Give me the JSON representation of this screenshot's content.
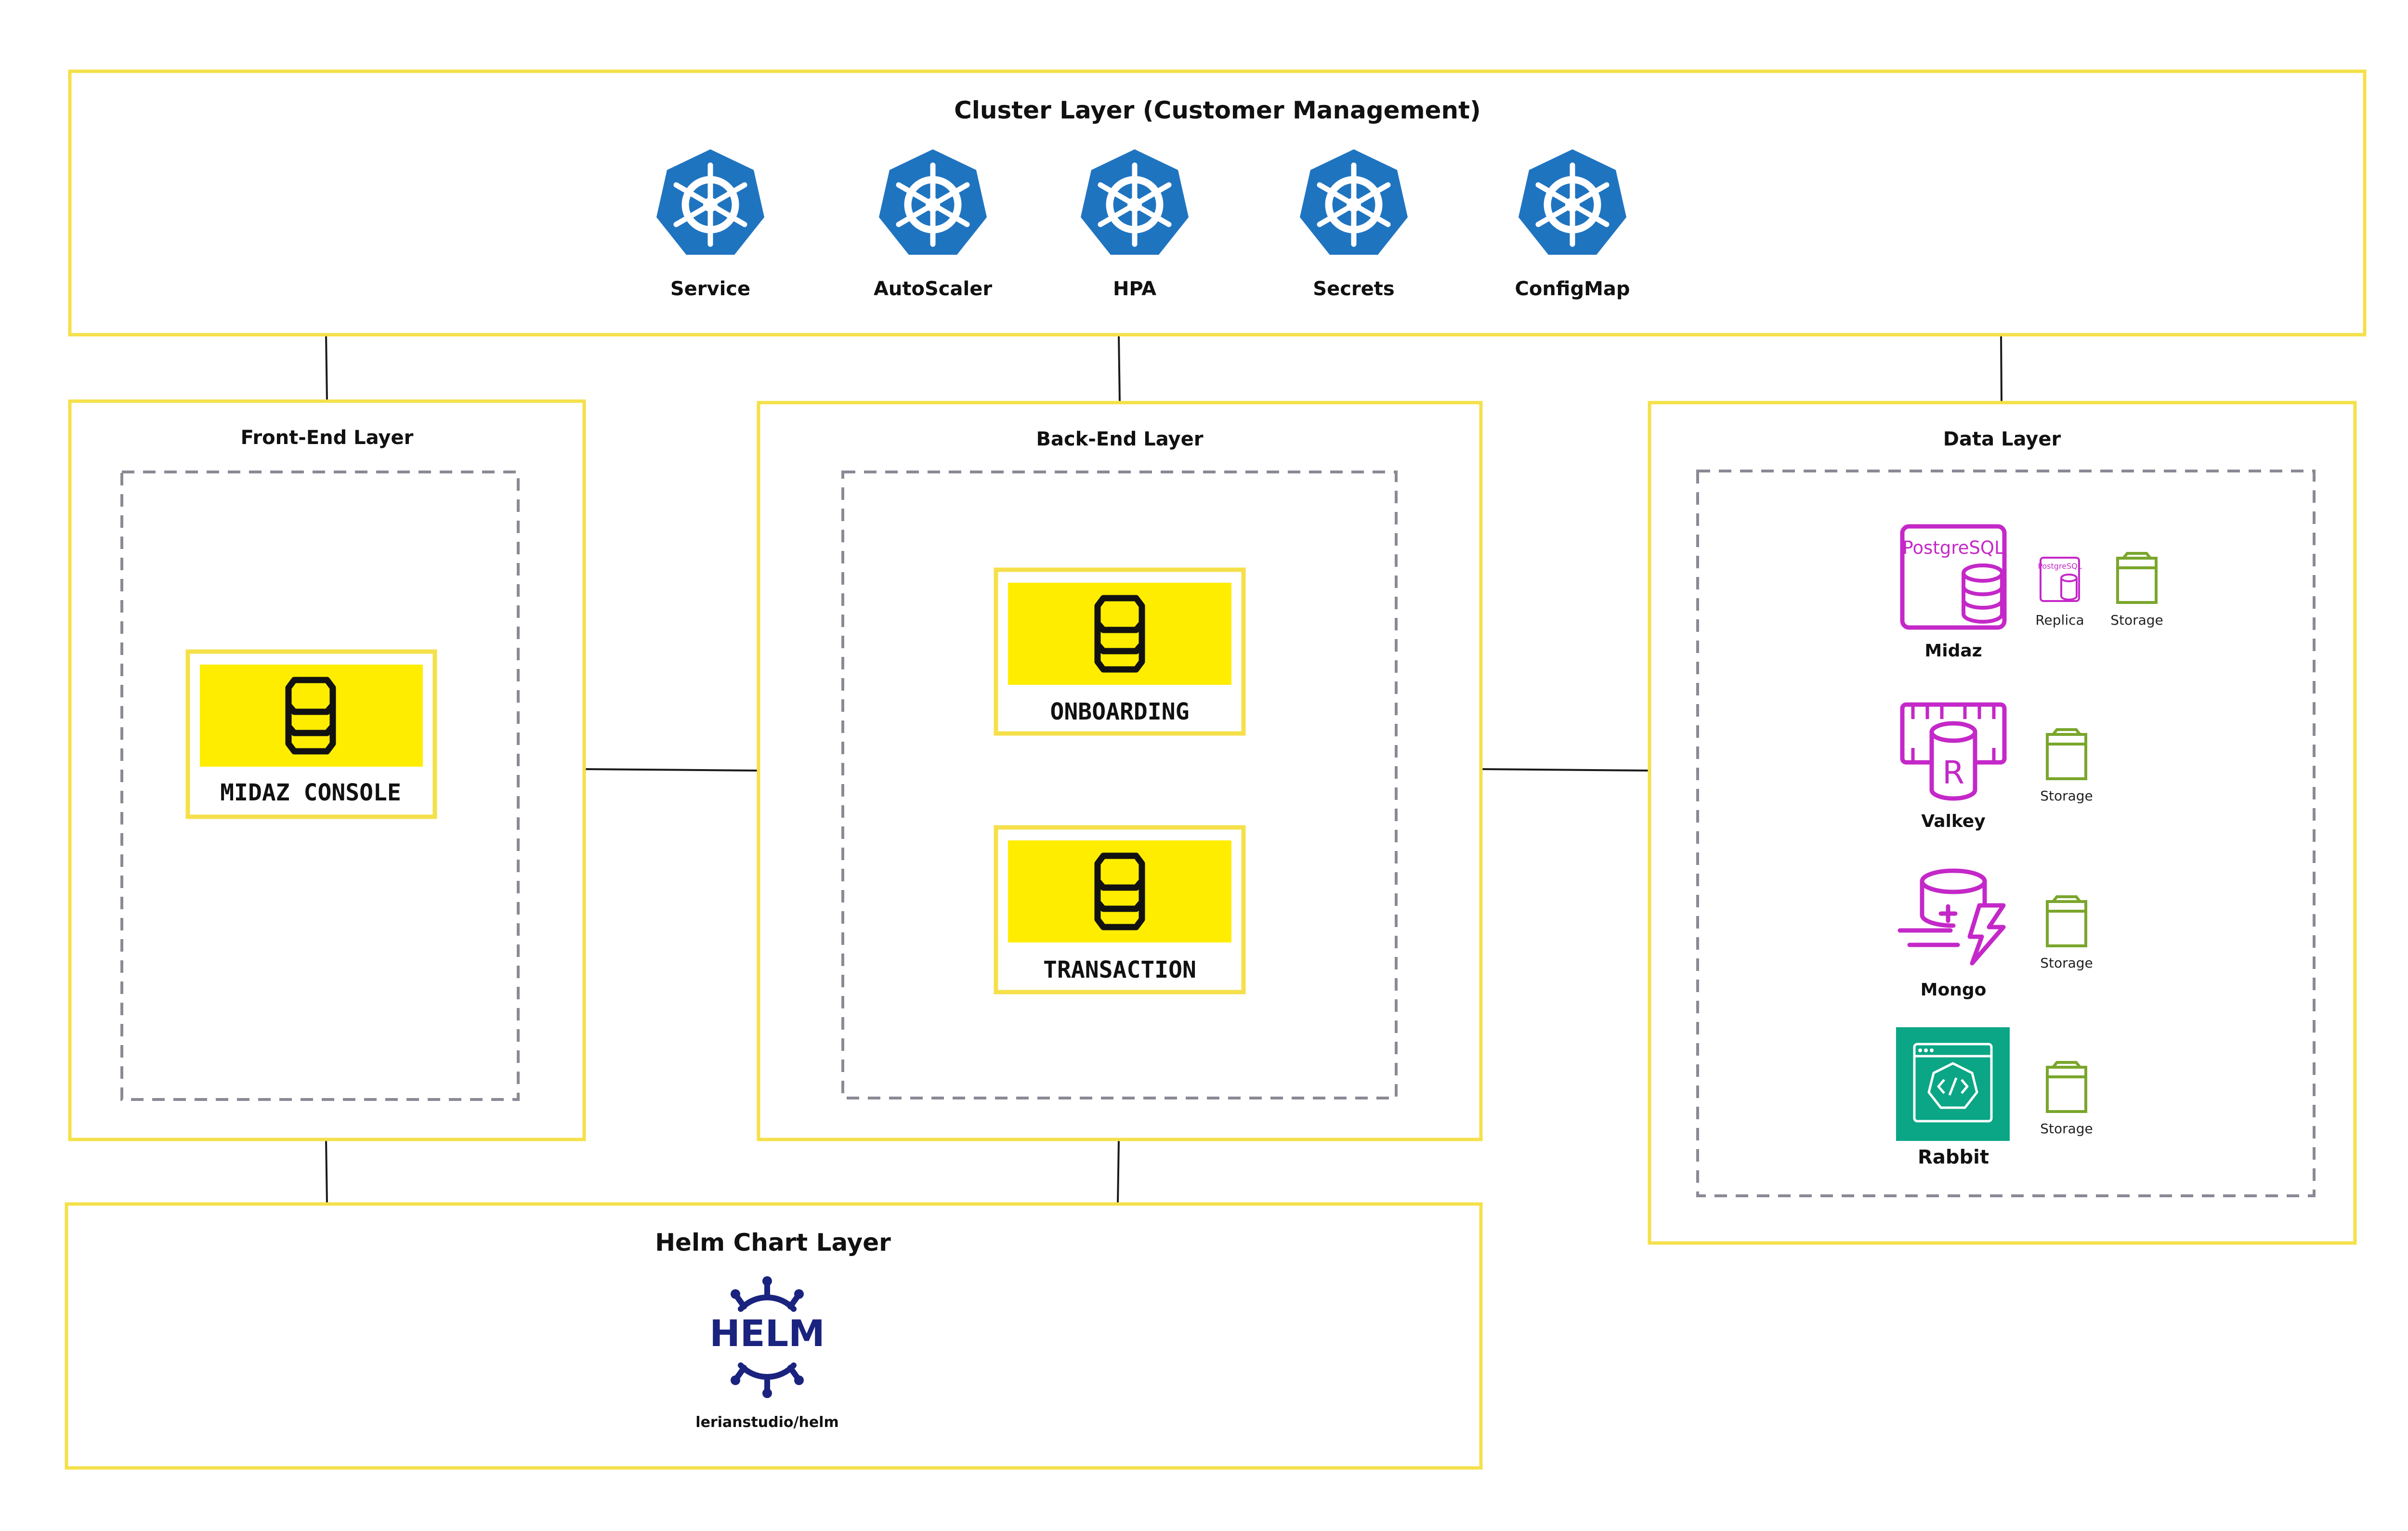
{
  "cluster": {
    "title": "Cluster Layer (Customer Management)",
    "items": [
      {
        "label": "Service",
        "icon": "kubernetes-icon"
      },
      {
        "label": "AutoScaler",
        "icon": "kubernetes-icon"
      },
      {
        "label": "HPA",
        "icon": "kubernetes-icon"
      },
      {
        "label": "Secrets",
        "icon": "kubernetes-icon"
      },
      {
        "label": "ConfigMap",
        "icon": "kubernetes-icon"
      }
    ]
  },
  "frontend": {
    "title": "Front-End Layer",
    "app": {
      "label": "MIDAZ CONSOLE",
      "icon": "database-icon"
    }
  },
  "backend": {
    "title": "Back-End Layer",
    "apps": [
      {
        "label": "ONBOARDING",
        "icon": "database-icon"
      },
      {
        "label": "TRANSACTION",
        "icon": "database-icon"
      }
    ]
  },
  "data_layer": {
    "title": "Data Layer",
    "postgres": {
      "label": "Midaz",
      "logo_text": "PostgreSQL",
      "replica_label": "Replica",
      "replica_logo_text": "PostgreSQL",
      "storage_label": "Storage"
    },
    "valkey": {
      "label": "Valkey",
      "logo_text": "R",
      "storage_label": "Storage"
    },
    "mongo": {
      "label": "Mongo",
      "storage_label": "Storage"
    },
    "rabbit": {
      "label": "Rabbit",
      "storage_label": "Storage"
    }
  },
  "helm": {
    "title": "Helm Chart Layer",
    "logo_text": "HELM",
    "repo": "lerianstudio/helm"
  },
  "colors": {
    "border_yellow": "#f5e04a",
    "app_yellow": "#ffed00",
    "kubernetes_blue": "#1f74c0",
    "magenta": "#c428c8",
    "storage_green": "#7aa62c",
    "rabbit_teal": "#0aa685",
    "helm_navy": "#1a237e",
    "dash_gray": "#8a8a96"
  }
}
